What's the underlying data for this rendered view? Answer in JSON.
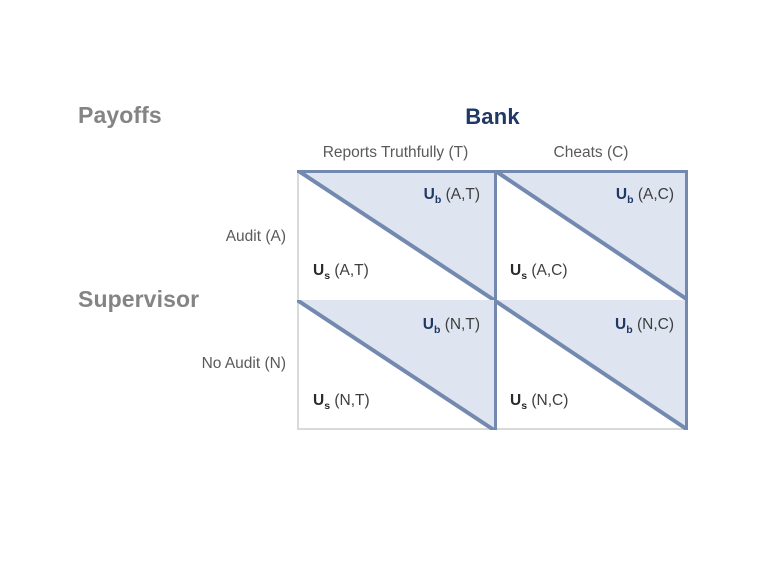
{
  "diagram": {
    "type": "payoff-matrix",
    "corner_title": "Payoffs",
    "column_player": "Bank",
    "row_player": "Supervisor",
    "columns": [
      {
        "label": "Reports Truthfully (T)",
        "code": "T"
      },
      {
        "label": "Cheats (C)",
        "code": "C"
      }
    ],
    "rows": [
      {
        "label": "Audit (A)",
        "code": "A"
      },
      {
        "label": "No Audit (N)",
        "code": "N"
      }
    ],
    "cells": [
      {
        "row": "A",
        "col": "T",
        "bank_payoff": {
          "symbol": "U",
          "subscript": "b",
          "args": "(A,T)"
        },
        "supervisor_payoff": {
          "symbol": "U",
          "subscript": "s",
          "args": "(A,T)"
        }
      },
      {
        "row": "A",
        "col": "C",
        "bank_payoff": {
          "symbol": "U",
          "subscript": "b",
          "args": "(A,C)"
        },
        "supervisor_payoff": {
          "symbol": "U",
          "subscript": "s",
          "args": "(A,C)"
        }
      },
      {
        "row": "N",
        "col": "T",
        "bank_payoff": {
          "symbol": "U",
          "subscript": "b",
          "args": "(N,T)"
        },
        "supervisor_payoff": {
          "symbol": "U",
          "subscript": "s",
          "args": "(N,T)"
        }
      },
      {
        "row": "N",
        "col": "C",
        "bank_payoff": {
          "symbol": "U",
          "subscript": "b",
          "args": "(N,C)"
        },
        "supervisor_payoff": {
          "symbol": "U",
          "subscript": "s",
          "args": "(N,C)"
        }
      }
    ],
    "colors": {
      "triangle_fill": "#dfe5f0",
      "triangle_stroke": "#7389b0",
      "outer_border": "#d9d9d9",
      "title_gray": "#848484",
      "header_gray": "#5a5a5a",
      "bank_navy": "#1f3864",
      "background": "#ffffff"
    }
  }
}
